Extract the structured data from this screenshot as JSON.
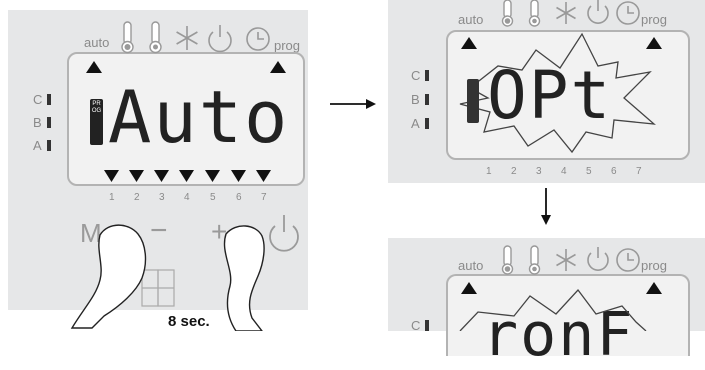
{
  "header": {
    "auto": "auto",
    "prog": "prog"
  },
  "side_labels": [
    "C",
    "B",
    "A"
  ],
  "prog_tag": "PROG",
  "screens": {
    "main": "Auto",
    "top_right": "OPt",
    "bottom_right": "ronF"
  },
  "days": [
    "1",
    "2",
    "3",
    "4",
    "5",
    "6",
    "7"
  ],
  "buttons": {
    "mode": "M",
    "minus": "−",
    "plus": "+"
  },
  "hold_time": "8 sec."
}
